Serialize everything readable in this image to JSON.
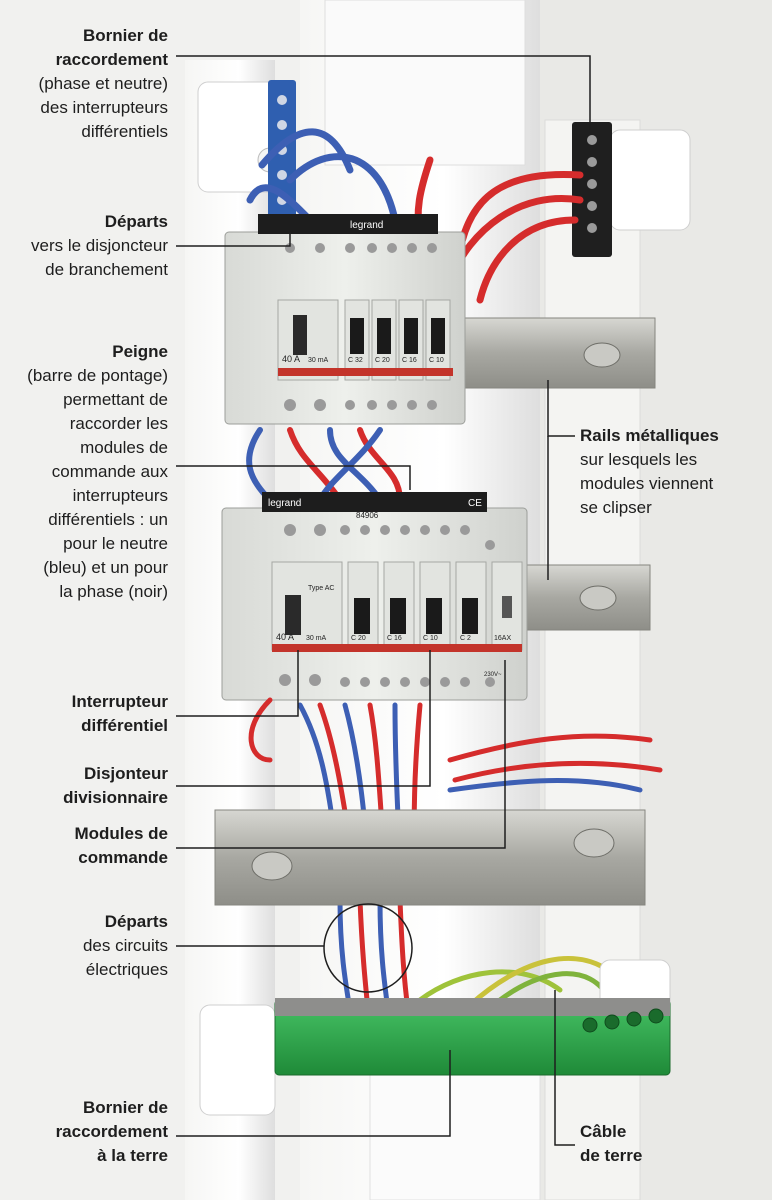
{
  "labels": {
    "bornier_top": {
      "bold": [
        "Bornier de",
        "raccordement"
      ],
      "normal": [
        "(phase et neutre)",
        "des interrupteurs",
        "différentiels"
      ]
    },
    "departs_top": {
      "bold": [
        "Départs"
      ],
      "normal": [
        "vers le disjoncteur",
        "de branchement"
      ]
    },
    "peigne": {
      "bold": [
        "Peigne"
      ],
      "normal": [
        "(barre de pontage)",
        "permettant de",
        "raccorder les",
        "modules de",
        "commande aux",
        "interrupteurs",
        "différentiels : un",
        "pour le neutre",
        "(bleu) et un pour",
        "la phase (noir)"
      ]
    },
    "rails": {
      "bold": [
        "Rails métalliques"
      ],
      "normal": [
        "sur lesquels les",
        "modules viennent",
        "se clipser"
      ]
    },
    "interrupteur": {
      "bold": [
        "Interrupteur",
        "différentiel"
      ],
      "normal": []
    },
    "disjoncteur": {
      "bold": [
        "Disjonteur",
        "divisionnaire"
      ],
      "normal": []
    },
    "modules": {
      "bold": [
        "Modules de",
        "commande"
      ],
      "normal": []
    },
    "departs_bottom": {
      "bold": [
        "Départs"
      ],
      "normal": [
        "des circuits",
        "électriques"
      ]
    },
    "bornier_terre": {
      "bold": [
        "Bornier de",
        "raccordement",
        "à la terre"
      ],
      "normal": []
    },
    "cable": {
      "bold": [
        "Câble",
        "de terre"
      ],
      "normal": []
    }
  },
  "device_text": {
    "brand": "legrand",
    "brand_upper": "legrand",
    "comb_code": "84906",
    "ce_mark": "CE",
    "rcd_rating": "40 A",
    "rcd_sensitivity": "30 mA",
    "rcd_type": "Type AC",
    "breaker_c32": "C 32",
    "breaker_c20": "C 20",
    "breaker_c16": "C 16",
    "breaker_c10": "C 10",
    "breaker_c2": "C 2",
    "brand_lower_mod": "legrand",
    "module_max": "16AX",
    "module_voltage": "230V~"
  },
  "colors": {
    "wall": "#f1f1ef",
    "trunk": "#ffffff",
    "rail": "#b3b3ad",
    "module": "#e6e8e4",
    "wire_blue": "#3d5fb4",
    "wire_red": "#d52c2c",
    "ground_bar": "#2fa84a",
    "leader_line": "#1e1e1e"
  }
}
